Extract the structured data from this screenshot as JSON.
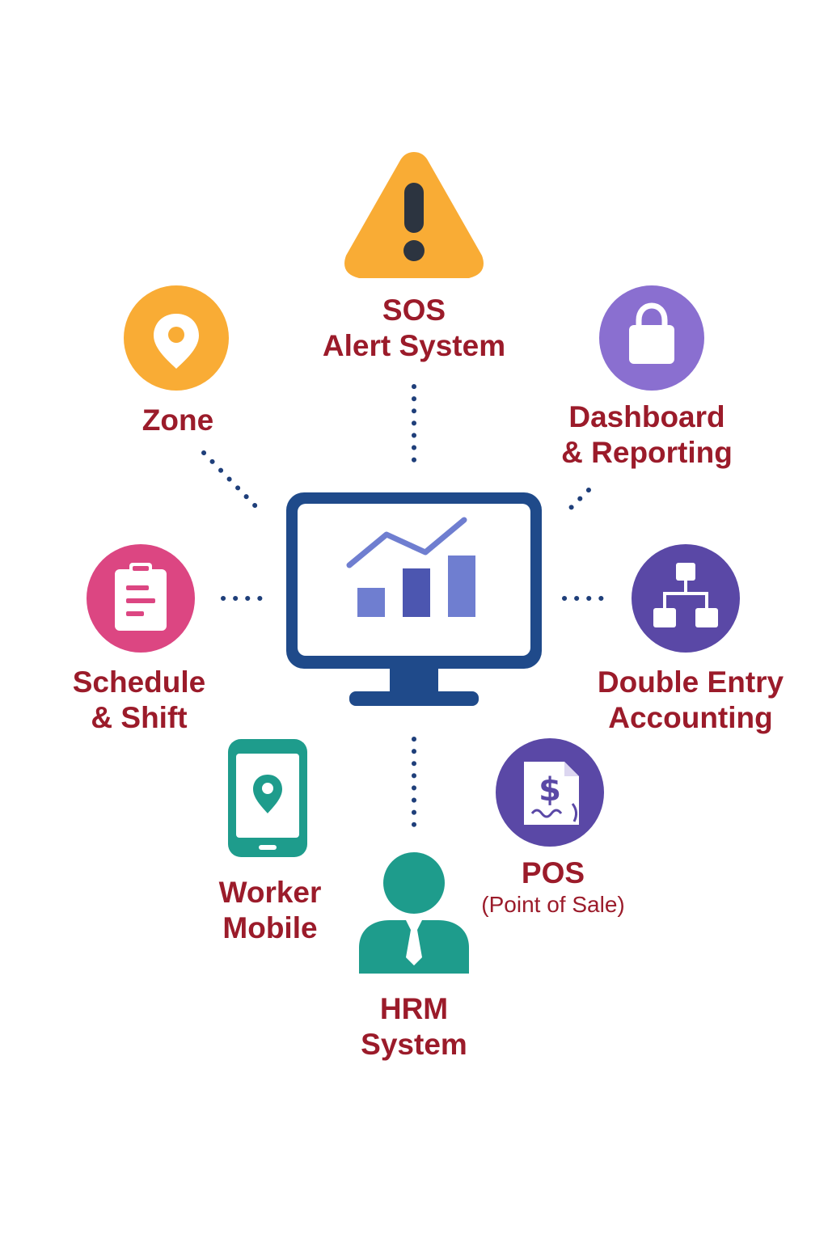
{
  "colors": {
    "label": "#9b1b2a",
    "connector": "#1f3f7a",
    "sos": "#f9ac35",
    "zone": "#f9ac35",
    "dashboard": "#8a6fd0",
    "schedule": "#dc4682",
    "accounting": "#5a48a6",
    "pos": "#5a48a6",
    "worker": "#1e9c8c",
    "hrm": "#1e9c8c",
    "monitor": "#1f4a8a",
    "chart": "#6f7ed0"
  },
  "center": {
    "icon": "monitor-chart-icon"
  },
  "nodes": {
    "sos": {
      "line1": "SOS",
      "line2": "Alert System",
      "icon": "warning-icon"
    },
    "zone": {
      "line1": "Zone",
      "icon": "location-pin-icon"
    },
    "dashboard": {
      "line1": "Dashboard",
      "line2": "& Reporting",
      "icon": "shopping-bag-icon"
    },
    "schedule": {
      "line1": "Schedule",
      "line2": "& Shift",
      "icon": "clipboard-icon"
    },
    "accounting": {
      "line1": "Double Entry",
      "line2": "Accounting",
      "icon": "hierarchy-icon"
    },
    "worker": {
      "line1": "Worker",
      "line2": "Mobile",
      "icon": "mobile-location-icon"
    },
    "hrm": {
      "line1": "HRM",
      "line2": "System",
      "icon": "user-tie-icon"
    },
    "pos": {
      "line1": "POS",
      "line2": "(Point of Sale)",
      "icon": "dollar-receipt-icon"
    }
  }
}
